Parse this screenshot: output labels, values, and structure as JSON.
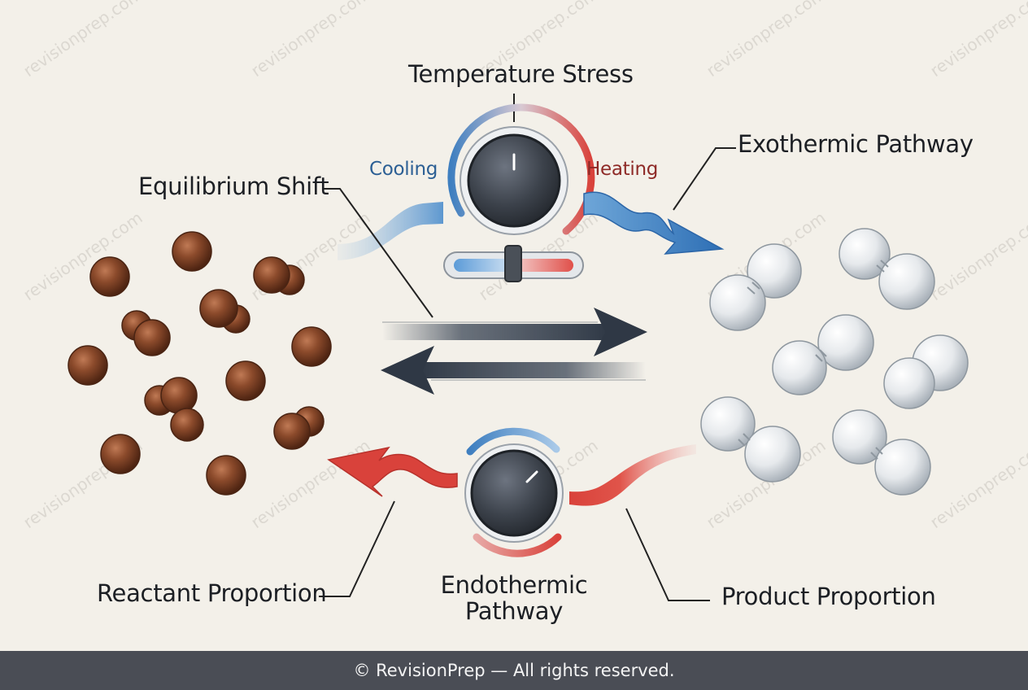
{
  "labels": {
    "temperature_stress": "Temperature Stress",
    "cooling": "Cooling",
    "heating": "Heating",
    "exothermic_pathway": "Exothermic Pathway",
    "equilibrium_shift": "Equilibrium Shift",
    "reactant_proportion": "Reactant Proportion",
    "endothermic_pathway_line1": "Endothermic",
    "endothermic_pathway_line2": "Pathway",
    "product_proportion": "Product Proportion"
  },
  "watermark": "revisionprep.com",
  "footer": "© RevisionPrep — All rights reserved.",
  "colors": {
    "background": "#f3f0e9",
    "cooling_blue": "#3f7fc0",
    "heating_red": "#d9423b",
    "arrow_dark": "#3b4656",
    "reactant_brown": "#7a3f24",
    "product_white": "#e9ecef",
    "footer_bg": "#4a4d55"
  }
}
